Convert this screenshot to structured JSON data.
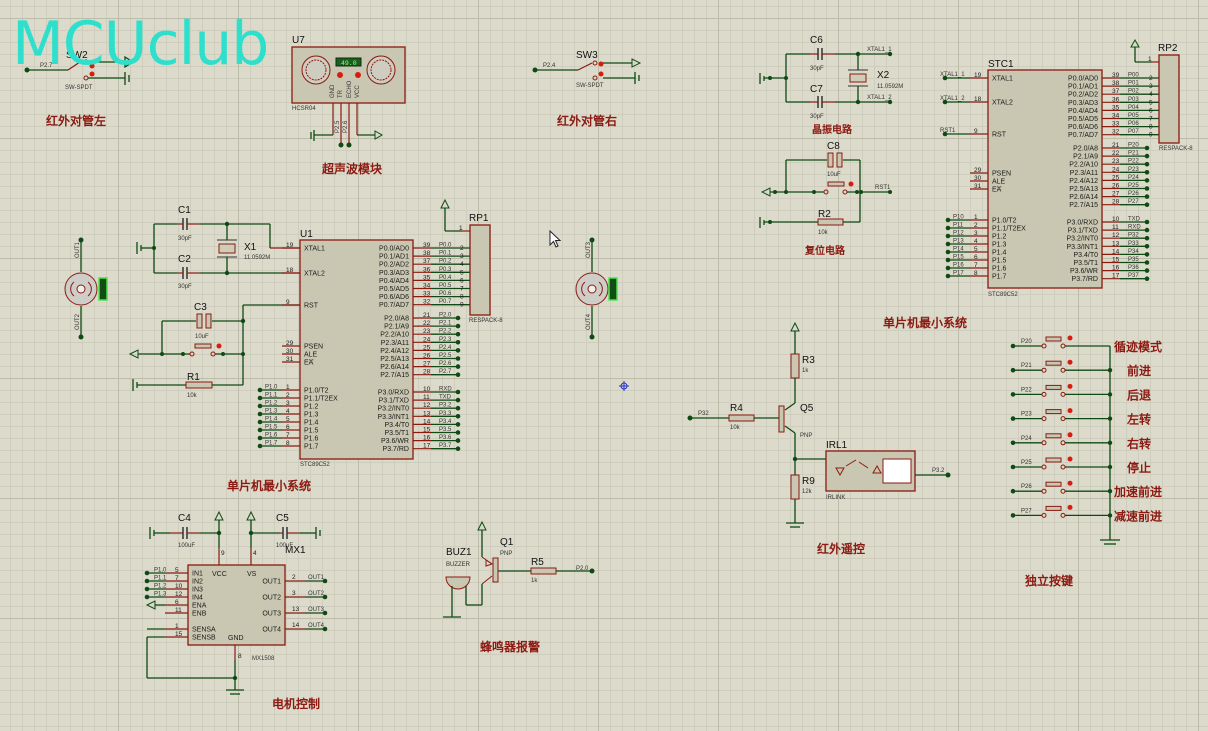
{
  "app": {
    "watermark": "MCUclub"
  },
  "sections": {
    "ir_left": "红外对管左",
    "ir_right": "红外对管右",
    "ultrasonic": "超声波模块",
    "crystal": "晶振电路",
    "reset": "复位电路",
    "mcu_min_left": "单片机最小系统",
    "mcu_min_right": "单片机最小系统",
    "ir_remote": "红外遥控",
    "keys": "独立按键",
    "buzzer": "蜂鸣器报警",
    "motor": "电机控制"
  },
  "sw2": {
    "ref": "SW2",
    "type": "SW-SPDT",
    "net": "P2.7"
  },
  "sw3": {
    "ref": "SW3",
    "type": "SW-SPDT",
    "net": "P2.4"
  },
  "u7": {
    "ref": "U7",
    "type": "HCSR04",
    "display": "49.0",
    "pins": [
      "GND",
      "TR",
      "ECHO",
      "VCC"
    ],
    "pin_nums": [
      "5",
      "3",
      "2",
      "1"
    ],
    "nets": [
      "P2.5",
      "P2.6"
    ]
  },
  "crystal_right": {
    "c6": "C6",
    "c7": "C7",
    "cap_val": "30pF",
    "x": "X2",
    "freq": "11.0592M",
    "net1": "XTAL1_1",
    "net2": "XTAL1_2"
  },
  "reset_right": {
    "c": "C8",
    "c_val": "10uF",
    "r": "R2",
    "r_val": "10k",
    "net": "RST1"
  },
  "u1": {
    "ref": "U1",
    "type": "STC89C52",
    "left_pins": [
      {
        "num": "19",
        "name": "XTAL1"
      },
      {
        "num": "18",
        "name": "XTAL2"
      },
      {
        "num": "9",
        "name": "RST"
      },
      {
        "num": "29",
        "name": "PSEN"
      },
      {
        "num": "30",
        "name": "ALE"
      },
      {
        "num": "31",
        "name": "EA"
      },
      {
        "num": "1",
        "name": "P1.0/T2"
      },
      {
        "num": "2",
        "name": "P1.1/T2EX"
      },
      {
        "num": "3",
        "name": "P1.2"
      },
      {
        "num": "4",
        "name": "P1.3"
      },
      {
        "num": "5",
        "name": "P1.4"
      },
      {
        "num": "6",
        "name": "P1.5"
      },
      {
        "num": "7",
        "name": "P1.6"
      },
      {
        "num": "8",
        "name": "P1.7"
      }
    ],
    "p1_nets": [
      "P1.0",
      "P1.1",
      "P1.2",
      "P1.3",
      "P1.4",
      "P1.5",
      "P1.6",
      "P1.7"
    ],
    "right_pins": [
      {
        "num": "39",
        "name": "P0.0/AD0",
        "net": "P0.0"
      },
      {
        "num": "38",
        "name": "P0.1/AD1",
        "net": "P0.1"
      },
      {
        "num": "37",
        "name": "P0.2/AD2",
        "net": "P0.2"
      },
      {
        "num": "36",
        "name": "P0.3/AD3",
        "net": "P0.3"
      },
      {
        "num": "35",
        "name": "P0.4/AD4",
        "net": "P0.4"
      },
      {
        "num": "34",
        "name": "P0.5/AD5",
        "net": "P0.5"
      },
      {
        "num": "33",
        "name": "P0.6/AD6",
        "net": "P0.6"
      },
      {
        "num": "32",
        "name": "P0.7/AD7",
        "net": "P0.7"
      },
      {
        "num": "21",
        "name": "P2.0/A8",
        "net": "P2.0"
      },
      {
        "num": "22",
        "name": "P2.1/A9",
        "net": "P2.1"
      },
      {
        "num": "23",
        "name": "P2.2/A10",
        "net": "P2.2"
      },
      {
        "num": "24",
        "name": "P2.3/A11",
        "net": "P2.3"
      },
      {
        "num": "25",
        "name": "P2.4/A12",
        "net": "P2.4"
      },
      {
        "num": "26",
        "name": "P2.5/A13",
        "net": "P2.5"
      },
      {
        "num": "27",
        "name": "P2.6/A14",
        "net": "P2.6"
      },
      {
        "num": "28",
        "name": "P2.7/A15",
        "net": "P2.7"
      },
      {
        "num": "10",
        "name": "P3.0/RXD",
        "net": "RXD"
      },
      {
        "num": "11",
        "name": "P3.1/TXD",
        "net": "TXD"
      },
      {
        "num": "12",
        "name": "P3.2/INT0",
        "net": "P3.2"
      },
      {
        "num": "13",
        "name": "P3.3/INT1",
        "net": "P3.3"
      },
      {
        "num": "14",
        "name": "P3.4/T0",
        "net": "P3.4"
      },
      {
        "num": "15",
        "name": "P3.5/T1",
        "net": "P3.5"
      },
      {
        "num": "16",
        "name": "P3.6/WR",
        "net": "P3.6"
      },
      {
        "num": "17",
        "name": "P3.7/RD",
        "net": "P3.7"
      }
    ]
  },
  "rp1": {
    "ref": "RP1",
    "type": "RESPACK-8",
    "pins": [
      "1",
      "2",
      "3",
      "4",
      "5",
      "6",
      "7",
      "8",
      "9"
    ]
  },
  "rp2": {
    "ref": "RP2",
    "type": "RESPACK-8",
    "pins": [
      "1",
      "2",
      "3",
      "4",
      "5",
      "6",
      "7",
      "8",
      "9"
    ]
  },
  "crystal_left": {
    "c1": "C1",
    "c2": "C2",
    "cap_val": "30pF",
    "x": "X1",
    "freq": "11.0592M"
  },
  "reset_left": {
    "c": "C3",
    "c_val": "10uF",
    "r": "R1",
    "r_val": "10k"
  },
  "stc1": {
    "ref": "STC1",
    "type": "STC89C52",
    "left_nets": [
      {
        "net": "XTAL1_1",
        "num": "19"
      },
      {
        "net": "XTAL1_2",
        "num": "18"
      },
      {
        "net": "RST1",
        "num": "9"
      }
    ],
    "p1_nets": [
      "P10",
      "P11",
      "P12",
      "P13",
      "P14",
      "P15",
      "P16",
      "P17"
    ],
    "p0_nets": [
      "P00",
      "P01",
      "P02",
      "P03",
      "P04",
      "P05",
      "P06",
      "P07"
    ],
    "p2_nets": [
      "P20",
      "P21",
      "P22",
      "P23",
      "P24",
      "P25",
      "P26",
      "P27"
    ],
    "p3_nets": [
      "TXD",
      "RXD",
      "P32",
      "P33",
      "P34",
      "P35",
      "P36",
      "P37"
    ]
  },
  "motor_left": {
    "top": "OUT1",
    "bottom": "OUT2"
  },
  "motor_right": {
    "top": "OUT3",
    "bottom": "OUT4"
  },
  "ir_remote": {
    "r3": "R3",
    "r3_val": "1k",
    "r4": "R4",
    "r4_val": "10k",
    "q": "Q5",
    "q_type": "PNP",
    "r9": "R9",
    "r9_val": "12k",
    "irl": "IRL1",
    "irl_type": "IRLINK",
    "in_net": "P32",
    "out_net": "P3.2"
  },
  "keys": {
    "items": [
      {
        "net": "P20",
        "label": "循迹模式"
      },
      {
        "net": "P21",
        "label": "前进"
      },
      {
        "net": "P22",
        "label": "后退"
      },
      {
        "net": "P23",
        "label": "左转"
      },
      {
        "net": "P24",
        "label": "右转"
      },
      {
        "net": "P25",
        "label": "停止"
      },
      {
        "net": "P26",
        "label": "加速前进"
      },
      {
        "net": "P27",
        "label": "减速前进"
      }
    ]
  },
  "buzzer": {
    "ref": "BUZ1",
    "type": "BUZZER",
    "q": "Q1",
    "q_type": "PNP",
    "r": "R5",
    "r_val": "1k",
    "net": "P2.0"
  },
  "mx1": {
    "ref": "MX1",
    "type": "MX1508",
    "c4": "C4",
    "c5": "C5",
    "cap_val": "100uF",
    "left_pins": [
      {
        "num": "5",
        "name": "IN1",
        "net": "P1.0"
      },
      {
        "num": "7",
        "name": "IN2",
        "net": "P1.1"
      },
      {
        "num": "10",
        "name": "IN3",
        "net": "P1.2"
      },
      {
        "num": "12",
        "name": "IN4",
        "net": "P1.3"
      },
      {
        "num": "6",
        "name": "ENA",
        "net": ""
      },
      {
        "num": "11",
        "name": "ENB",
        "net": ""
      },
      {
        "num": "1",
        "name": "SENSA",
        "net": ""
      },
      {
        "num": "15",
        "name": "SENSB",
        "net": ""
      }
    ],
    "right_pins": [
      {
        "num": "2",
        "name": "OUT1",
        "net": "OUT1"
      },
      {
        "num": "3",
        "name": "OUT2",
        "net": "OUT2"
      },
      {
        "num": "13",
        "name": "OUT3",
        "net": "OUT3"
      },
      {
        "num": "14",
        "name": "OUT4",
        "net": "OUT4"
      }
    ],
    "top_pins": [
      {
        "num": "9",
        "name": "VCC"
      },
      {
        "num": "4",
        "name": "VS"
      }
    ],
    "bottom_pin": {
      "num": "8",
      "name": "GND"
    }
  }
}
